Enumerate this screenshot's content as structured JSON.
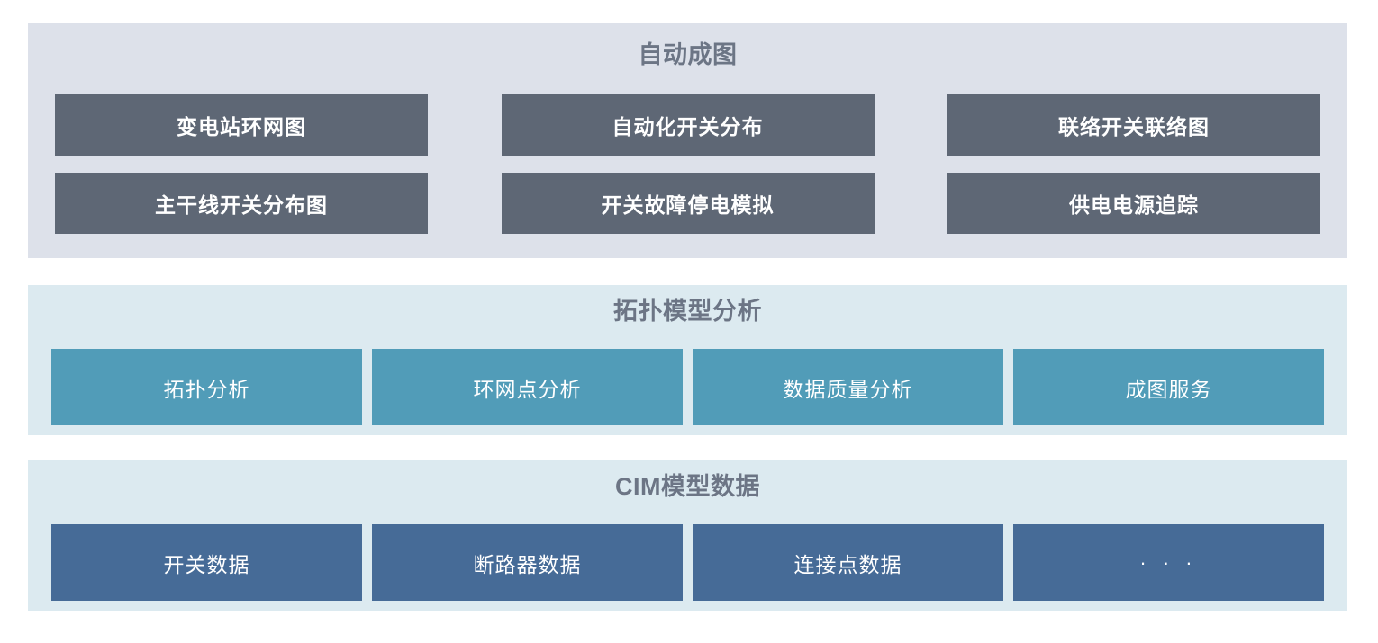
{
  "colors": {
    "panel_bg_gray": "#dde1ea",
    "panel_bg_blue": "#dceaf0",
    "title_text": "#6c7585",
    "button_slate": "#5e6775",
    "button_teal": "#519cb8",
    "button_blue": "#466b97",
    "button_text": "#ffffff",
    "page_bg": "#ffffff"
  },
  "panels": {
    "automap": {
      "title": "自动成图",
      "rows": [
        [
          {
            "label": "变电站环网图"
          },
          {
            "label": "自动化开关分布"
          },
          {
            "label": "联络开关联络图"
          }
        ],
        [
          {
            "label": "主干线开关分布图"
          },
          {
            "label": "开关故障停电模拟"
          },
          {
            "label": "供电电源追踪"
          }
        ]
      ]
    },
    "topology": {
      "title": "拓扑模型分析",
      "items": [
        {
          "label": "拓扑分析"
        },
        {
          "label": "环网点分析"
        },
        {
          "label": "数据质量分析"
        },
        {
          "label": "成图服务"
        }
      ]
    },
    "cim": {
      "title": "CIM模型数据",
      "items": [
        {
          "label": "开关数据"
        },
        {
          "label": "断路器数据"
        },
        {
          "label": "连接点数据"
        },
        {
          "label": "· · ·"
        }
      ]
    }
  }
}
